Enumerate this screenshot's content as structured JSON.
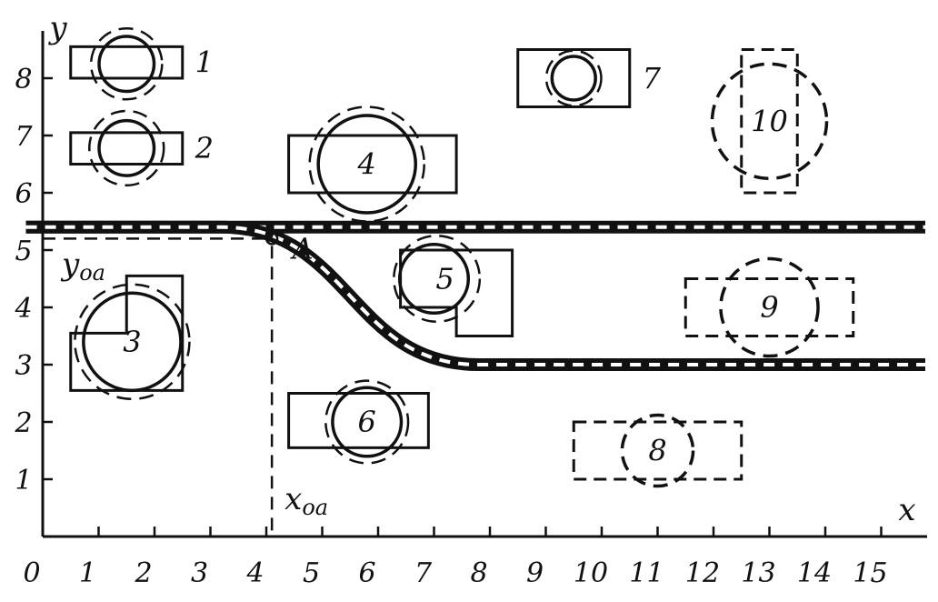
{
  "axes": {
    "x_name": "x",
    "y_name": "y",
    "x_ticks": [
      "0",
      "1",
      "2",
      "3",
      "4",
      "5",
      "6",
      "7",
      "8",
      "9",
      "10",
      "11",
      "12",
      "13",
      "14",
      "15"
    ],
    "y_ticks": [
      "1",
      "2",
      "3",
      "4",
      "5",
      "6",
      "7",
      "8"
    ]
  },
  "reference": {
    "point_label": "A",
    "x_label": "x",
    "x_sub": "oa",
    "y_label": "y",
    "y_sub": "oa",
    "point": [
      4.1,
      5.2
    ]
  },
  "road": {
    "upper_y": 5.4,
    "lower_y": 3.0,
    "curve_start_x": 3.2,
    "curve_end_x": 7.8
  },
  "objects": [
    {
      "id": "1",
      "label": "1",
      "rect": [
        0.5,
        8.0,
        2.5,
        8.55
      ],
      "circle": [
        1.5,
        8.25,
        0.48
      ],
      "outer_circle": [
        1.5,
        8.25,
        0.62
      ],
      "rect_style": "solid",
      "circle_style": "solid"
    },
    {
      "id": "2",
      "label": "2",
      "rect": [
        0.5,
        6.5,
        2.5,
        7.05
      ],
      "circle": [
        1.5,
        6.78,
        0.48
      ],
      "outer_circle": [
        1.5,
        6.78,
        0.65
      ],
      "rect_style": "solid",
      "circle_style": "solid"
    },
    {
      "id": "3",
      "label": "3",
      "lshape": [
        0.5,
        2.55,
        2.5,
        4.55,
        1.5,
        3.55
      ],
      "circle": [
        1.6,
        3.4,
        0.85
      ],
      "outer_circle": [
        1.6,
        3.4,
        1.0
      ],
      "rect_style": "solid",
      "circle_style": "solid"
    },
    {
      "id": "4",
      "label": "4",
      "rect": [
        4.4,
        6.0,
        7.4,
        7.0
      ],
      "circle": [
        5.8,
        6.5,
        0.85
      ],
      "outer_circle": [
        5.8,
        6.5,
        1.0
      ],
      "rect_style": "solid",
      "circle_style": "solid"
    },
    {
      "id": "5",
      "label": "5",
      "rect5": [
        6.4,
        3.5,
        8.4,
        5.0
      ],
      "circle": [
        7.0,
        4.5,
        0.6
      ],
      "outer_circle": [
        7.05,
        4.5,
        0.75
      ],
      "rect_style": "solid",
      "circle_style": "solid"
    },
    {
      "id": "6",
      "label": "6",
      "rect": [
        4.4,
        1.55,
        6.9,
        2.5
      ],
      "circle": [
        5.8,
        2.0,
        0.6
      ],
      "outer_circle": [
        5.8,
        2.0,
        0.72
      ],
      "rect_style": "solid",
      "circle_style": "solid"
    },
    {
      "id": "7",
      "label": "7",
      "rect": [
        8.5,
        7.5,
        10.5,
        8.5
      ],
      "circle": [
        9.5,
        8.0,
        0.38
      ],
      "outer_circle": [
        9.5,
        8.0,
        0.48
      ],
      "rect_style": "solid",
      "circle_style": "solid"
    },
    {
      "id": "8",
      "label": "8",
      "rect": [
        9.5,
        1.0,
        12.5,
        2.0
      ],
      "circle": [
        11.0,
        1.5,
        0.62
      ],
      "rect_style": "dashed",
      "circle_style": "dashed"
    },
    {
      "id": "9",
      "label": "9",
      "rect": [
        11.5,
        3.5,
        14.5,
        4.5
      ],
      "circle": [
        13.0,
        4.0,
        0.85
      ],
      "rect_style": "dashed",
      "circle_style": "dashed"
    },
    {
      "id": "10",
      "label": "10",
      "rect": [
        12.5,
        6.0,
        13.5,
        8.5
      ],
      "circle": [
        13.0,
        7.25,
        1.0
      ],
      "rect_style": "dashed",
      "circle_style": "dashed"
    }
  ]
}
